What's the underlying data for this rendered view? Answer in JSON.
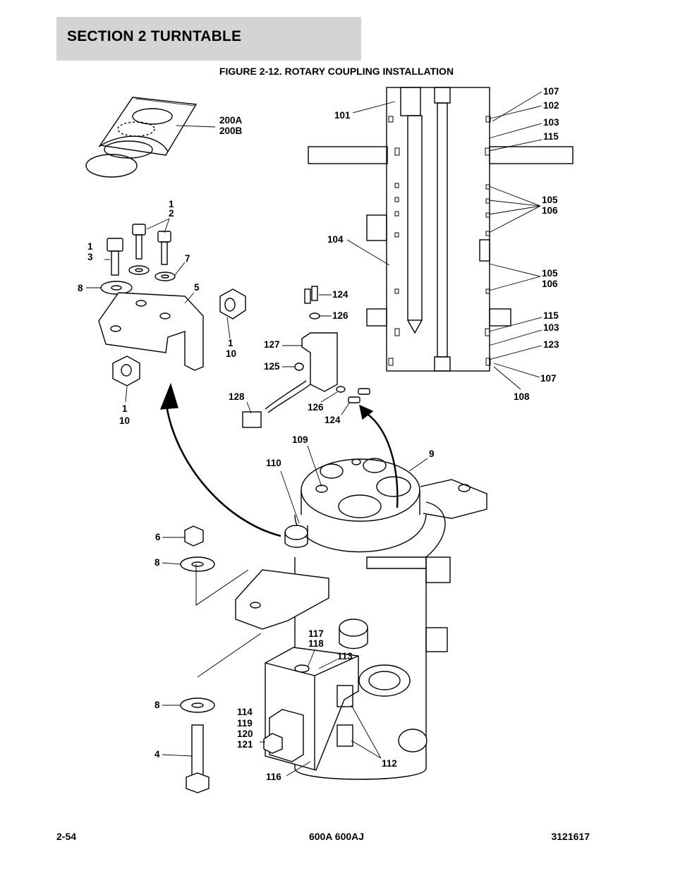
{
  "header": {
    "section": "SECTION 2   TURNTABLE"
  },
  "figure": {
    "number": "FIGURE 2-12.",
    "title": "ROTARY COUPLING INSTALLATION"
  },
  "callouts": {
    "c200": [
      "200A",
      "200B"
    ],
    "c1_2": [
      "1",
      "2"
    ],
    "c1_3": [
      "1",
      "3"
    ],
    "c7": "7",
    "c8a": "8",
    "c5": "5",
    "c1_10a": [
      "1",
      "10"
    ],
    "c1_10b": [
      "1",
      "10"
    ],
    "c101": "101",
    "c107a": "107",
    "c102": "102",
    "c103a": "103",
    "c115a": "115",
    "c105a": [
      "105",
      "106"
    ],
    "c104": "104",
    "c105b": [
      "105",
      "106"
    ],
    "c115b": "115",
    "c103b": "103",
    "c123": "123",
    "c107b": "107",
    "c108": "108",
    "c124a": "124",
    "c126a": "126",
    "c127": "127",
    "c125": "125",
    "c128": "128",
    "c126b": "126",
    "c124b": "124",
    "c109": "109",
    "c110": "110",
    "c9": "9",
    "c6": "6",
    "c8b": "8",
    "c117": [
      "117",
      "118"
    ],
    "c113": "113",
    "c8c": "8",
    "c114": [
      "114",
      "119",
      "120",
      "121"
    ],
    "c4": "4",
    "c112": "112",
    "c116": "116"
  },
  "footer": {
    "page": "2-54",
    "model": "600A 600AJ",
    "doc_number": "3121617"
  }
}
